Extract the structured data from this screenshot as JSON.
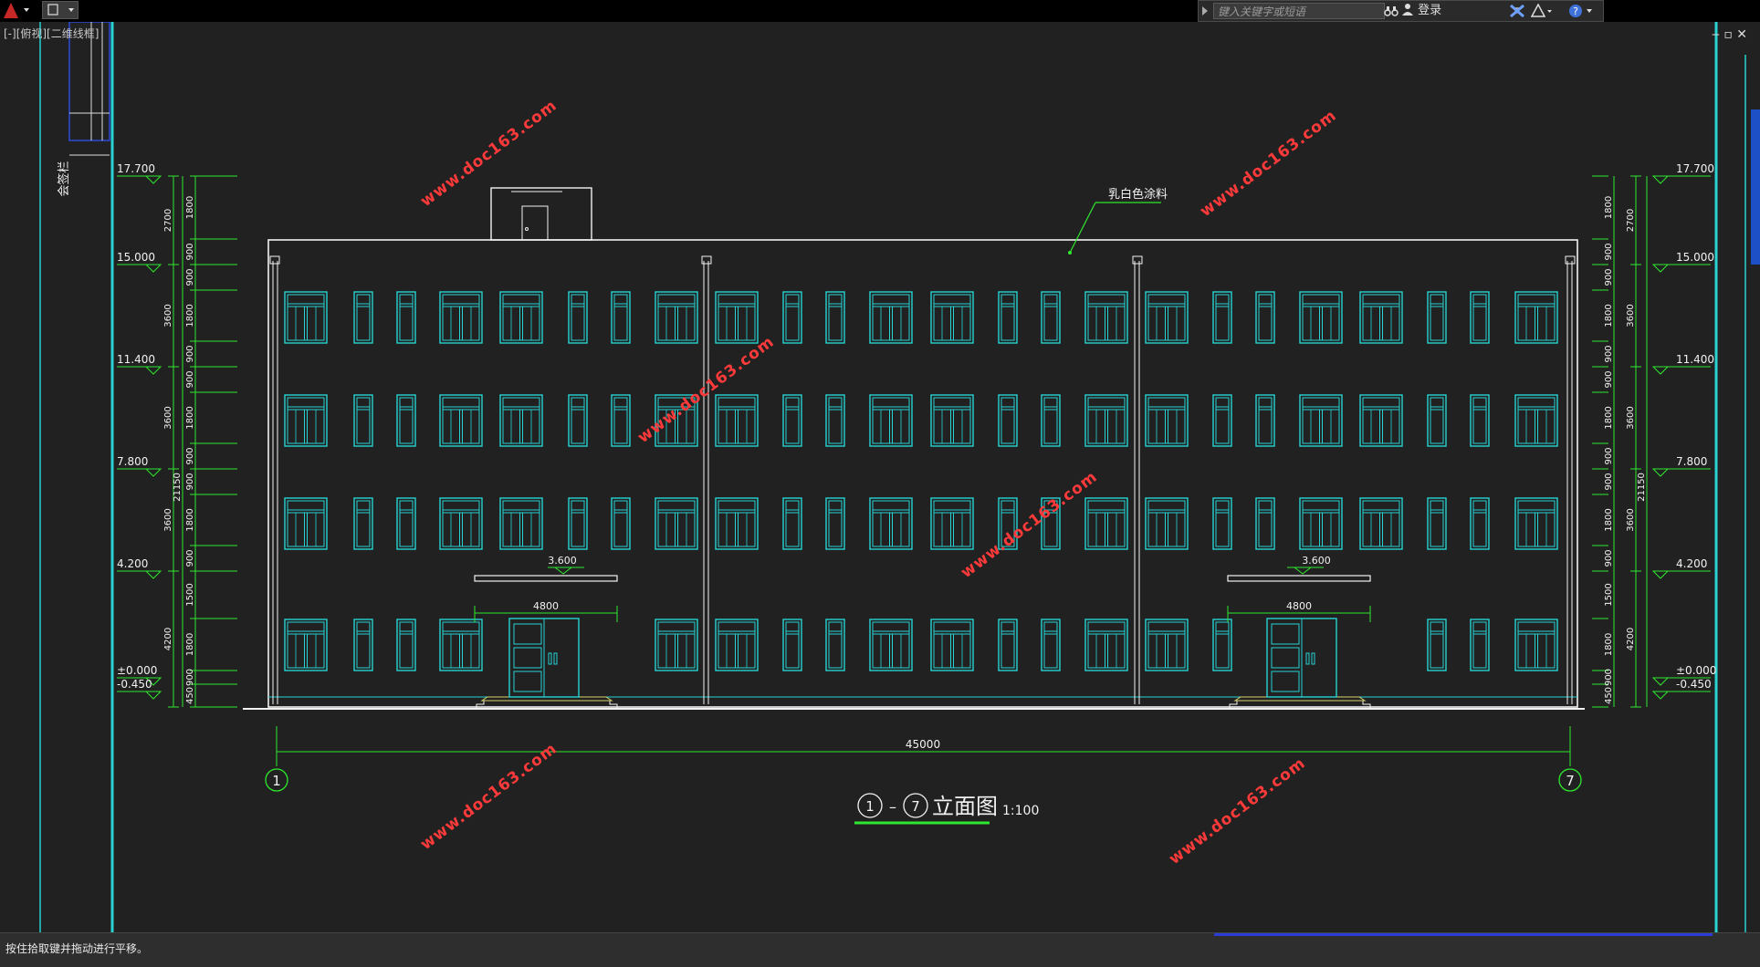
{
  "toolbar": {
    "search_placeholder": "键入关键字或短语",
    "login_label": "登录"
  },
  "viewport_label": "[-][俯视][二维线框]",
  "window_controls": "‒ ▫ ✕",
  "drawing": {
    "material_note": "乳白色涂料",
    "title_prefix": "1",
    "title_dash": "–",
    "title_suffix": "7",
    "title_text": "立面图",
    "scale": "1:100",
    "total_width": "45000",
    "grid_start": "1",
    "grid_end": "7",
    "canopy_width": "4800",
    "canopy_level": "3.600",
    "sidebar_text": "会签栏",
    "watermark": "www.doc163.com",
    "elevations": [
      "17.700",
      "15.000",
      "11.400",
      "7.800",
      "4.200",
      "±0.000",
      "-0.450"
    ],
    "left_dims_inner": [
      "1800",
      "900",
      "900",
      "1800",
      "900",
      "900",
      "1800",
      "900",
      "900",
      "1800",
      "900",
      "1500",
      "1800",
      "900",
      "450"
    ],
    "left_dims_outer": [
      "2700",
      "3600",
      "3600",
      "3600",
      "4200"
    ],
    "total_height": "21150"
  },
  "status": {
    "command_text": "按住拾取键并拖动进行平移。"
  },
  "colors": {
    "background": "#212121",
    "window_cyan": "#27d3d3",
    "dimension_green": "#2ee82e",
    "outline_white": "#f2f2f2",
    "watermark_red": "#ff3a3a"
  }
}
